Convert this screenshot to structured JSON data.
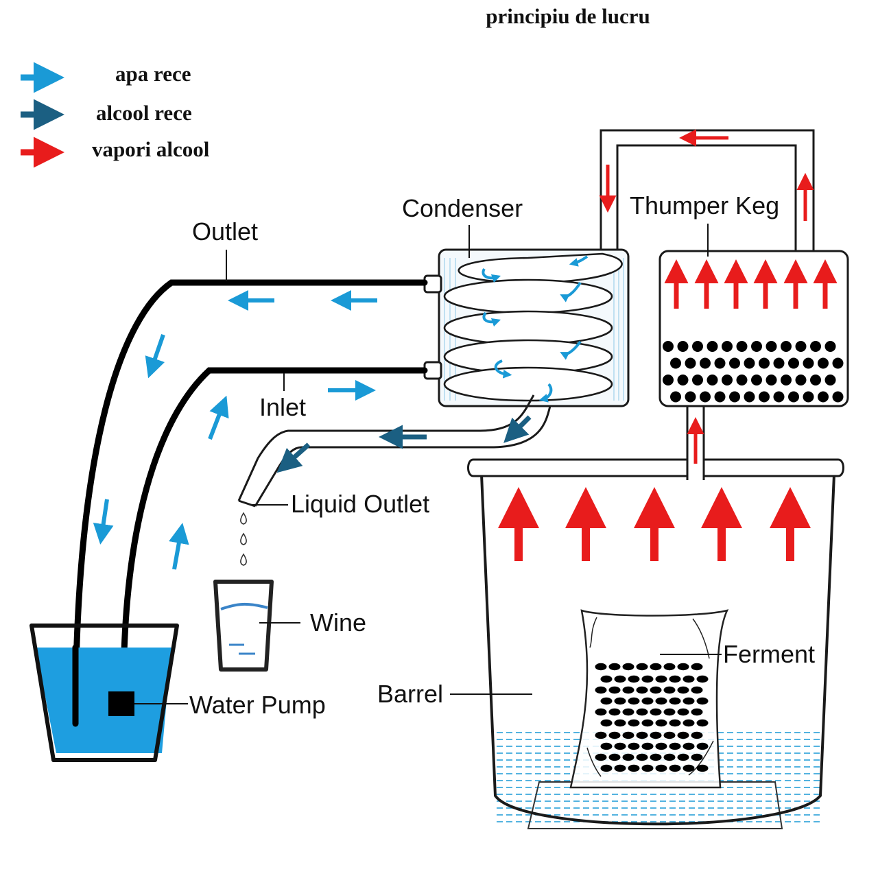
{
  "title": "principiu de lucru",
  "legend": [
    {
      "label": "apa rece",
      "color": "#1a9ad6"
    },
    {
      "label": "alcool rece",
      "color": "#1b5f82"
    },
    {
      "label": "vapori alcool",
      "color": "#e81c1c"
    }
  ],
  "labels": {
    "condenser": "Condenser",
    "thumper_keg": "Thumper Keg",
    "outlet": "Outlet",
    "inlet": "Inlet",
    "liquid_outlet": "Liquid Outlet",
    "wine": "Wine",
    "water_pump": "Water Pump",
    "barrel": "Barrel",
    "ferment": "Ferment"
  },
  "colors": {
    "cold_water": "#1a9ad6",
    "cold_alcohol": "#1b5f82",
    "alcohol_vapor": "#e81c1c",
    "bucket_water": "#1e9ee0",
    "pipe_stroke": "#1a1a1a"
  }
}
